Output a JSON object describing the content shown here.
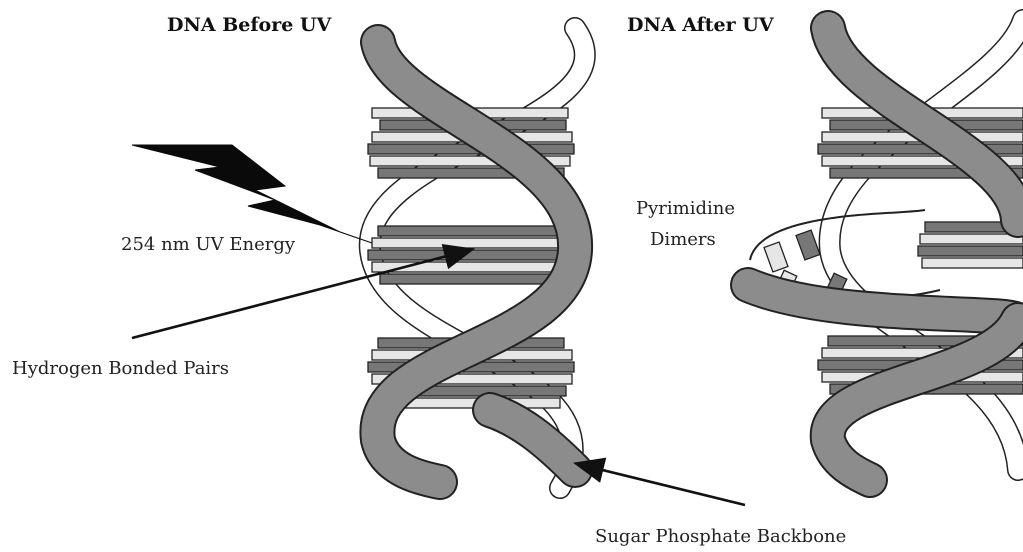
{
  "titles": {
    "before": "DNA Before UV",
    "after": "DNA After UV"
  },
  "labels": {
    "uv_energy": "254 nm UV Energy",
    "hydrogen_bonds": "Hydrogen Bonded Pairs",
    "backbone": "Sugar Phosphate Backbone",
    "dimers_line1": "Pyrimidine",
    "dimers_line2": "Dimers"
  },
  "colors": {
    "backbone_gray": "#8c8c8c",
    "base_dark": "#777777",
    "base_light": "#e6e6e6",
    "ink": "#111111"
  },
  "icons": {
    "uv": "lightning-bolt-icon"
  }
}
